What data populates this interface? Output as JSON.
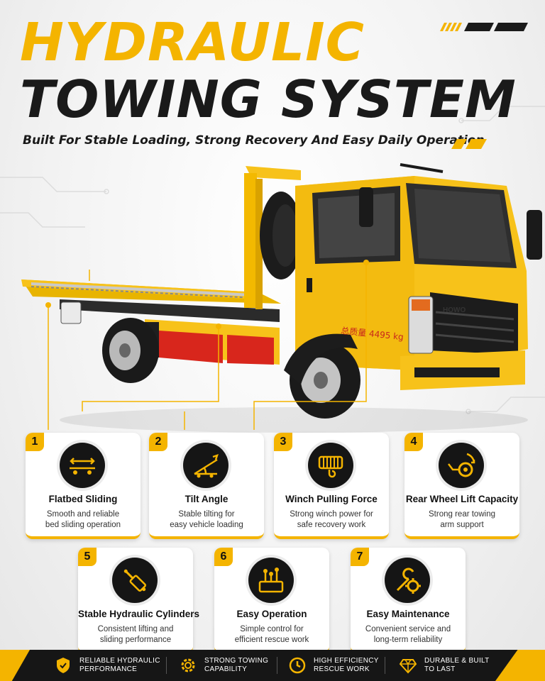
{
  "header": {
    "title_line1": "HYDRAULIC",
    "title_line2": "TOWING SYSTEM",
    "subtitle": "Built For Stable Loading, Strong Recovery And Easy Daily Operation"
  },
  "truck": {
    "brand_plate": "HOWO",
    "weight_marking": "总质量 4495 kg"
  },
  "features": [
    {
      "number": "1",
      "title": "Flatbed Sliding",
      "desc_line1": "Smooth and reliable",
      "desc_line2": "bed sliding operation",
      "icon": "flatbed-slide-icon"
    },
    {
      "number": "2",
      "title": "Tilt Angle",
      "desc_line1": "Stable tilting for",
      "desc_line2": "easy vehicle loading",
      "icon": "tilt-angle-icon"
    },
    {
      "number": "3",
      "title": "Winch Pulling Force",
      "desc_line1": "Strong winch power for",
      "desc_line2": "safe recovery work",
      "icon": "winch-icon"
    },
    {
      "number": "4",
      "title": "Rear Wheel Lift Capacity",
      "desc_line1": "Strong rear towing",
      "desc_line2": "arm support",
      "icon": "wheel-lift-icon"
    },
    {
      "number": "5",
      "title": "Stable Hydraulic Cylinders",
      "desc_line1": "Consistent lifting and",
      "desc_line2": "sliding performance",
      "icon": "hydraulic-cylinder-icon"
    },
    {
      "number": "6",
      "title": "Easy Operation",
      "desc_line1": "Simple control for",
      "desc_line2": "efficient rescue work",
      "icon": "control-levers-icon"
    },
    {
      "number": "7",
      "title": "Easy Maintenance",
      "desc_line1": "Convenient service and",
      "desc_line2": "long-term reliability",
      "icon": "wrench-gear-icon"
    }
  ],
  "bottom_bar": [
    {
      "line1": "RELIABLE HYDRAULIC",
      "line2": "PERFORMANCE",
      "icon": "shield-check-icon"
    },
    {
      "line1": "STRONG TOWING",
      "line2": "CAPABILITY",
      "icon": "gear-icon"
    },
    {
      "line1": "HIGH EFFICIENCY",
      "line2": "RESCUE WORK",
      "icon": "clock-icon"
    },
    {
      "line1": "DURABLE & BUILT",
      "line2": "TO LAST",
      "icon": "diamond-icon"
    }
  ],
  "colors": {
    "accent": "#f4b400",
    "dark": "#151515",
    "truck_yellow": "#f7c21a",
    "stripe_red": "#d8261c"
  }
}
